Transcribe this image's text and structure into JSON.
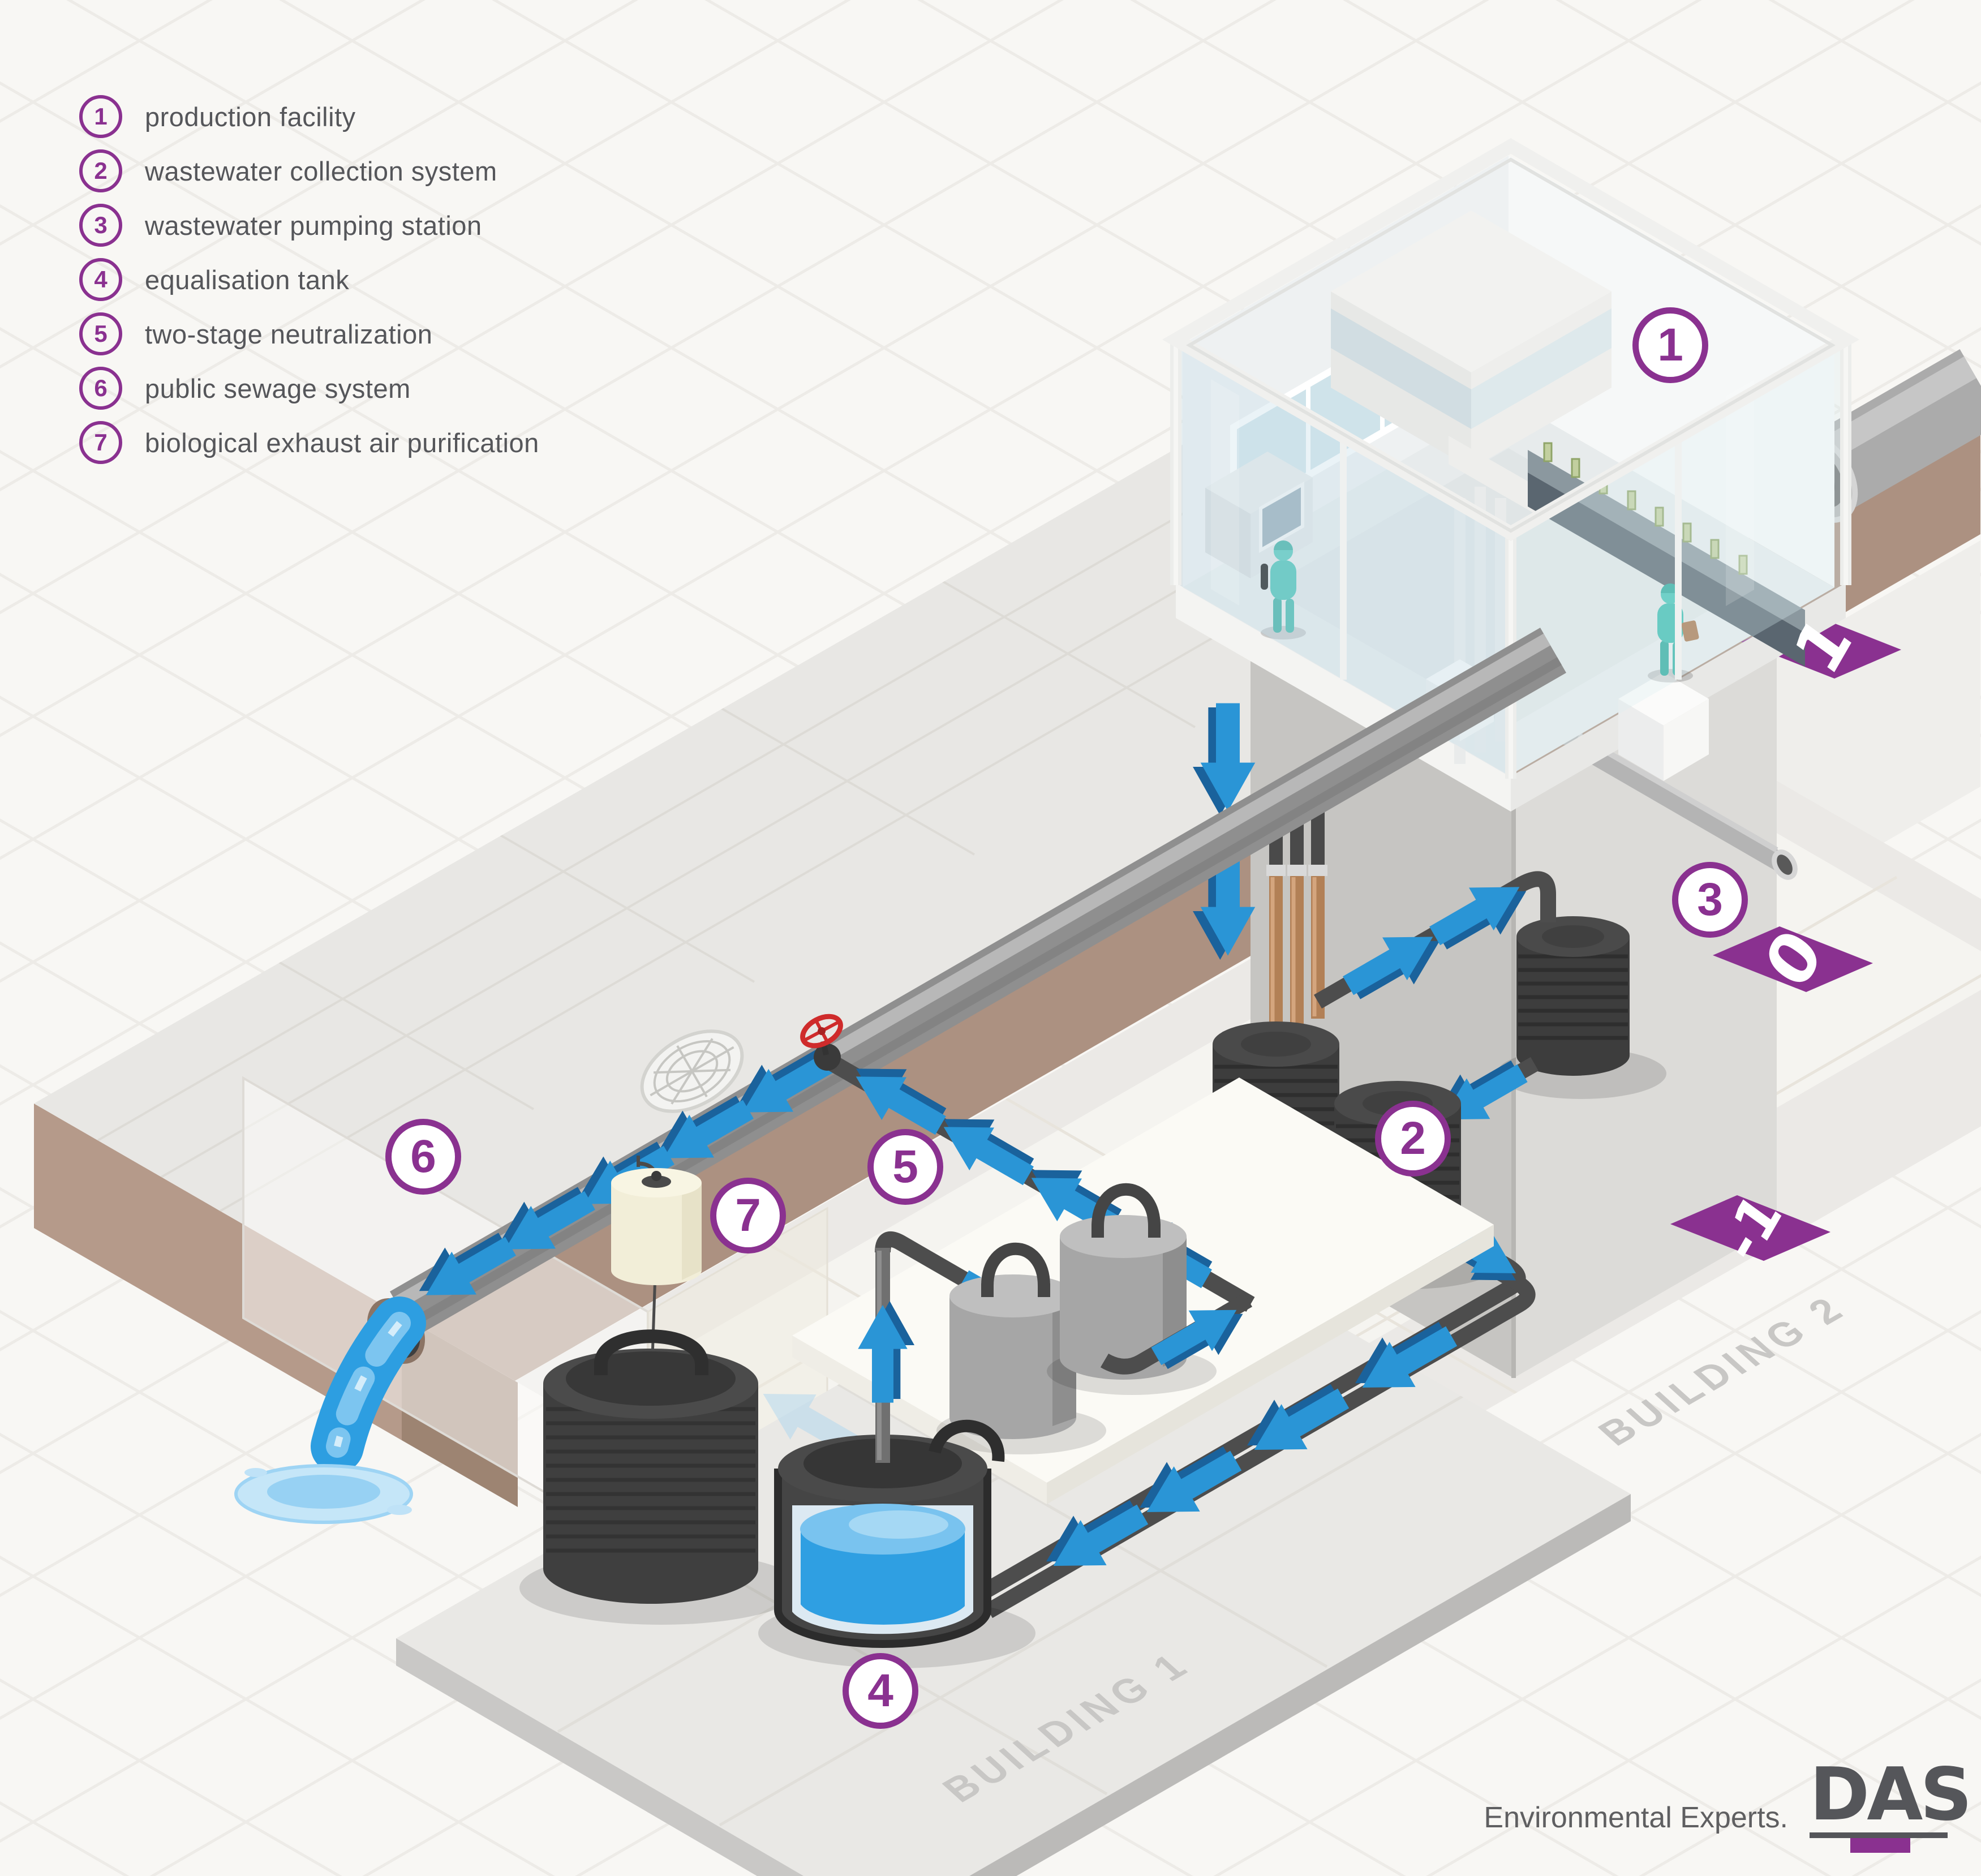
{
  "legend": {
    "items": [
      {
        "number": "1",
        "label": "production facility"
      },
      {
        "number": "2",
        "label": "wastewater collection system"
      },
      {
        "number": "3",
        "label": "wastewater pumping station"
      },
      {
        "number": "4",
        "label": "equalisation tank"
      },
      {
        "number": "5",
        "label": "two-stage neutralization"
      },
      {
        "number": "6",
        "label": "public sewage system"
      },
      {
        "number": "7",
        "label": "biological exhaust air purification"
      }
    ]
  },
  "floor_markers": {
    "upper": "1",
    "ground": "0",
    "basement": "-1"
  },
  "building_labels": {
    "building1": "BUILDING 1",
    "building2": "BUILDING 2"
  },
  "brand": {
    "tagline": "Environmental Experts.",
    "logo_text": "DAS"
  },
  "colors": {
    "accent_purple": "#8a3190",
    "flow_blue": "#2a95d6",
    "worker_teal": "#35b9ac",
    "soil_brown": "#ac9181",
    "water_blue": "#2d9ee1",
    "pipe_dark": "#4d4d4d",
    "legend_text_gray": "#55565a",
    "building_label_gray": "#c8c7c5"
  }
}
